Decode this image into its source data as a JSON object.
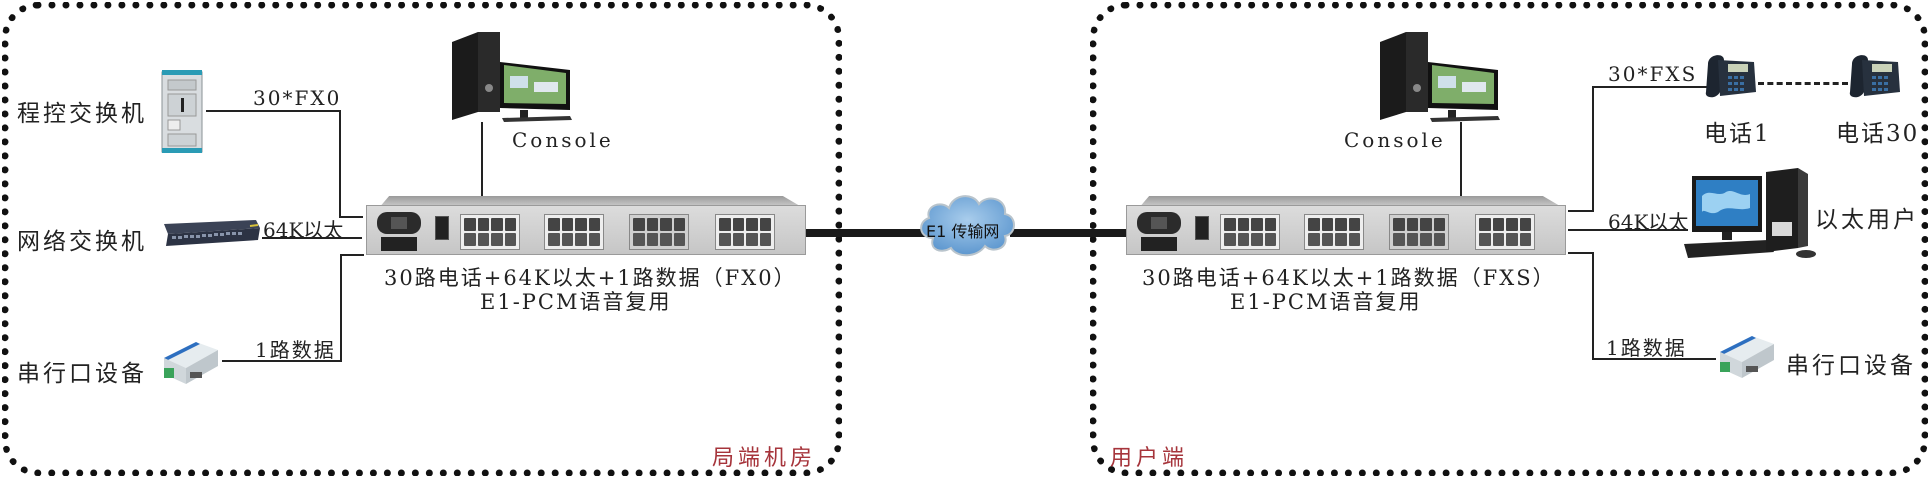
{
  "zones": {
    "left": {
      "label": "局端机房"
    },
    "right": {
      "label": "用户端"
    }
  },
  "left_side": {
    "devices": [
      {
        "name": "程控交换机",
        "link_label": "30*FX0",
        "icon": "pbx-cabinet-icon"
      },
      {
        "name": "网络交换机",
        "link_label": "64K以太",
        "icon": "network-switch-icon"
      },
      {
        "name": "串行口设备",
        "link_label": "1路数据",
        "icon": "serial-device-icon"
      }
    ],
    "console": {
      "label": "Console",
      "icon": "desktop-computer-icon"
    },
    "mux": {
      "caption_line1": "30路电话+64K以太+1路数据（FX0）",
      "caption_line2": "E1-PCM语音复用",
      "icon": "pcm-multiplexer-icon"
    }
  },
  "network": {
    "label": "E1 传输网",
    "icon": "cloud-icon"
  },
  "right_side": {
    "console": {
      "label": "Console",
      "icon": "desktop-computer-icon"
    },
    "mux": {
      "caption_line1": "30路电话+64K以太+1路数据（FXS）",
      "caption_line2": "E1-PCM语音复用",
      "icon": "pcm-multiplexer-icon"
    },
    "phones": {
      "link_label": "30*FXS",
      "first": "电话1",
      "last": "电话30",
      "icon": "telephone-icon"
    },
    "ethernet": {
      "link_label": "64K以太",
      "name": "以太用户",
      "icon": "desktop-computer-icon"
    },
    "serial": {
      "link_label": "1路数据",
      "name": "串行口设备",
      "icon": "serial-device-icon"
    }
  },
  "colors": {
    "zone_label": "#a6343b",
    "line": "#222222",
    "cloud": "#7fb3e0"
  }
}
